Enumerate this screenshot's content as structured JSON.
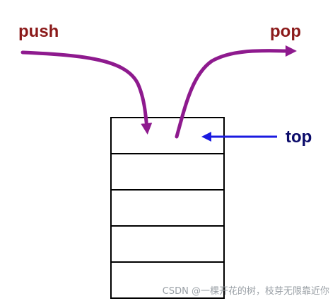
{
  "labels": {
    "push": "push",
    "pop": "pop",
    "top": "top"
  },
  "stack": {
    "slot_count": 5,
    "top_index": 0
  },
  "colors": {
    "push_text": "#8B1A1A",
    "pop_text": "#8B1A1A",
    "top_text": "#0B0B6A",
    "push_pop_arrow": "#8E1A8E",
    "top_arrow": "#1A1AE0",
    "stack_border": "#000000"
  },
  "watermark": {
    "text": "CSDN @一棵开花的树，枝芽无限靠近你"
  }
}
